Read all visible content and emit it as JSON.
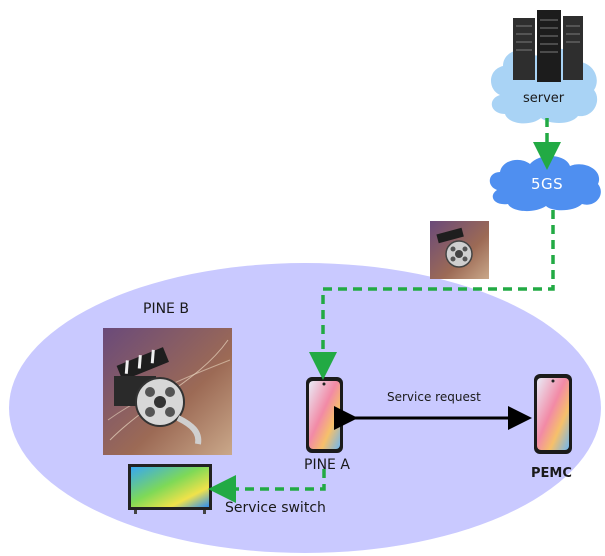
{
  "nodes": {
    "server": {
      "label": "server"
    },
    "gateway": {
      "label": "5GS"
    },
    "pine_b": {
      "label": "PINE B"
    },
    "pine_a": {
      "label": "PINE A"
    },
    "pemc": {
      "label": "PEMC"
    }
  },
  "edges": {
    "service_request": {
      "label": "Service request"
    },
    "service_switch": {
      "label": "Service switch"
    }
  },
  "colors": {
    "ellipse_fill": "#c9c9ff",
    "cloud_fill": "#a9d3f5",
    "gateway_fill": "#4f8ff0",
    "dashed_link": "#22aa44",
    "solid_link": "#000000"
  },
  "icons": [
    "server-rack-icon",
    "cloud-icon",
    "film-reel-icon",
    "smartphone-icon",
    "tv-icon"
  ]
}
